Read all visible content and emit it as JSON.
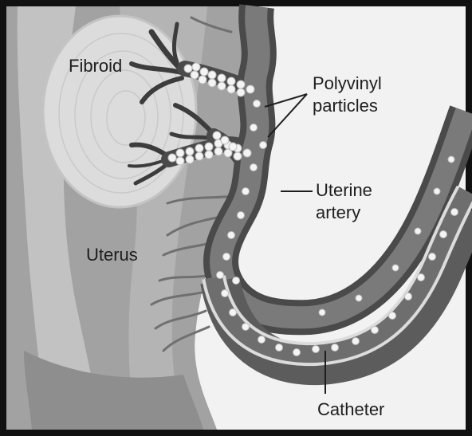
{
  "labels": {
    "fibroid": "Fibroid",
    "polyvinyl_line1": "Polyvinyl",
    "polyvinyl_line2": "particles",
    "uterine_line1": "Uterine",
    "uterine_line2": "artery",
    "uterus": "Uterus",
    "catheter": "Catheter"
  },
  "colors": {
    "frame": "#111111",
    "background": "#f2f2f2",
    "tissue_dark": "#9a9a9a",
    "tissue_light": "#d6d6d6",
    "artery_wall": "#575757",
    "artery_lumen": "#7c7c7c",
    "particle": "#f4f4f4"
  }
}
